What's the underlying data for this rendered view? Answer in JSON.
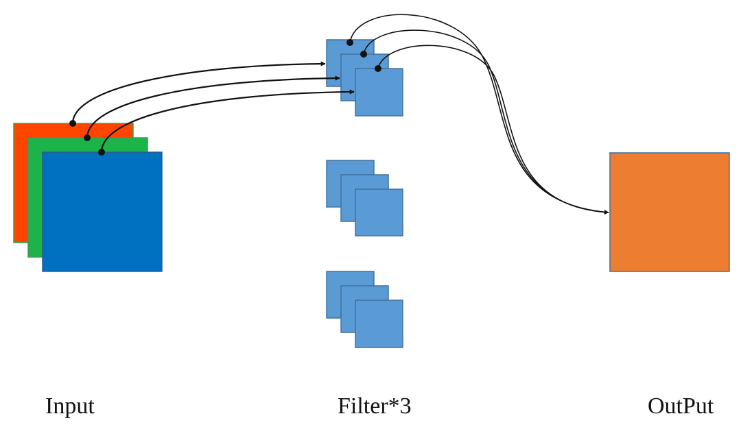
{
  "labels": {
    "input": "Input",
    "filter": "Filter*3",
    "output": "OutPut"
  },
  "colors": {
    "input_red": "#FF4500",
    "input_green": "#1CB34A",
    "input_blue": "#0070C0",
    "filter_fill": "#5B9BD5",
    "filter_stroke": "#41719C",
    "output_fill": "#ED7D31",
    "output_stroke": "#41719C",
    "connector": "#111111"
  },
  "filter_groups": 3,
  "filters_per_group": 3
}
